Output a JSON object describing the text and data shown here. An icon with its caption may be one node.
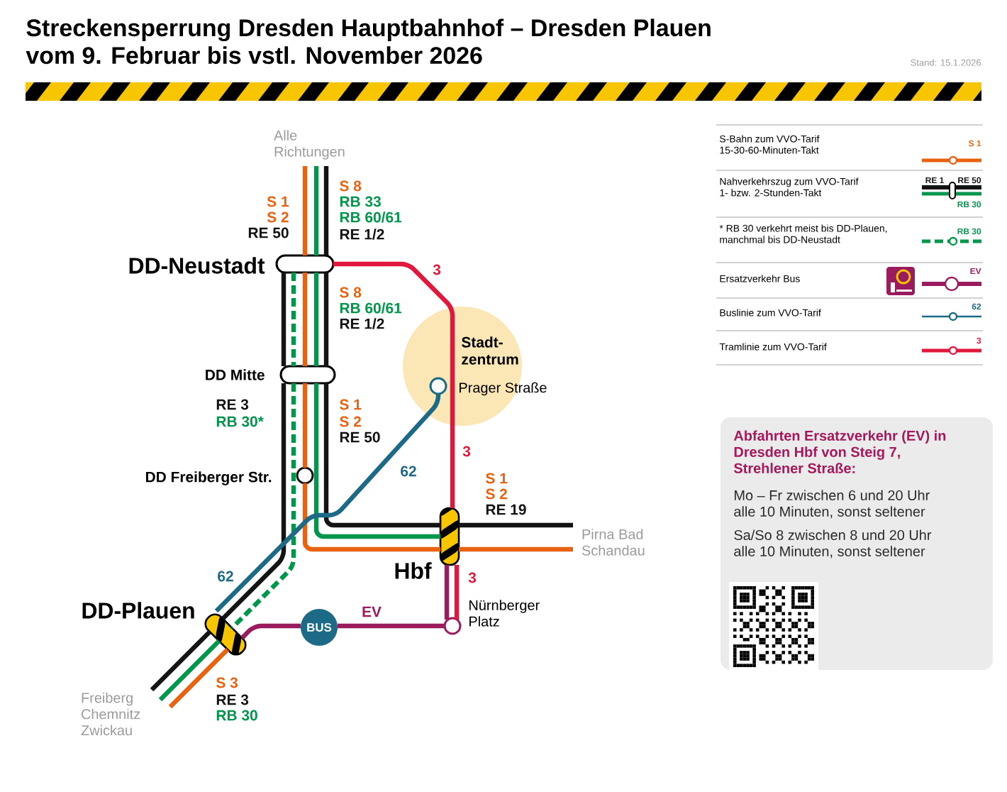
{
  "diagram": {
    "title": "Streckensperrung Dresden Hauptbahnhof – Dresden Plauen vom 9. Februar bis vstl. November 2026",
    "nodes": [
      {
        "text": [
          "Alle Richtungen"
        ]
      },
      {
        "text": [
          "DD-Neustadt"
        ]
      },
      {
        "text": [
          "DD Mitte"
        ]
      },
      {
        "text": [
          "DD Freiberger Str."
        ]
      },
      {
        "text": [
          "Hbf"
        ]
      },
      {
        "text": [
          "DD-Plauen"
        ]
      },
      {
        "text": [
          "Freiberg Chemnitz Zwickau"
        ]
      },
      {
        "text": [
          "Pirna Bad Schandau"
        ]
      },
      {
        "text": [
          "Stadt- zentrum"
        ]
      },
      {
        "text": [
          "Prager Straße"
        ],
        "in": 8
      },
      {
        "text": [
          "Nürnberger Platz"
        ]
      },
      {
        "text": [
          "BUS"
        ]
      },
      {
        "text": [
          "Abfahrten Ersatzverkehr (EV) in Dresden Hbf von Steig 7, Strehlener Straße:",
          "Mo – Fr zwischen 6 und 20 Uhr alle 10 Minuten, sonst seltener",
          "Sa/So 8 zwischen 8 und 20 Uhr alle 10 Minuten, sonst seltener"
        ]
      }
    ],
    "edges": [
      {
        "from": 0,
        "to": 1,
        "arrow": "none",
        "color": "#e8620f"
      },
      {
        "from": 0,
        "to": 1,
        "arrow": "none",
        "color": "#00964b"
      },
      {
        "from": 0,
        "to": 1,
        "arrow": "none"
      },
      {
        "from": 1,
        "to": 2,
        "arrow": "none"
      },
      {
        "from": 1,
        "to": 2,
        "arrow": "none",
        "style": "dashed",
        "color": "#00964b"
      },
      {
        "from": 1,
        "to": 2,
        "arrow": "none",
        "color": "#e8620f"
      },
      {
        "from": 1,
        "to": 2,
        "arrow": "none",
        "color": "#00964b"
      },
      {
        "from": 1,
        "to": 2,
        "arrow": "none"
      },
      {
        "from": 2,
        "to": 5,
        "arrow": "none"
      },
      {
        "from": 2,
        "to": 5,
        "arrow": "none",
        "style": "dashed",
        "color": "#00964b"
      },
      {
        "from": 2,
        "to": 3,
        "arrow": "none",
        "color": "#e8620f"
      },
      {
        "from": 3,
        "to": 4,
        "arrow": "none",
        "color": "#e8620f"
      },
      {
        "from": 2,
        "to": 4,
        "arrow": "none",
        "color": "#00964b"
      },
      {
        "from": 2,
        "to": 4,
        "arrow": "none"
      },
      {
        "from": 4,
        "to": 7,
        "arrow": "none"
      },
      {
        "from": 4,
        "to": 7,
        "arrow": "none",
        "color": "#e8620f"
      },
      {
        "from": 5,
        "to": 6,
        "arrow": "none"
      },
      {
        "from": 5,
        "to": 6,
        "arrow": "none",
        "color": "#00964b"
      },
      {
        "from": 5,
        "to": 6,
        "arrow": "none",
        "color": "#e8620f"
      },
      {
        "from": 1,
        "to": 4,
        "arrow": "none",
        "color": "#e2173d",
        "label": "3"
      },
      {
        "from": 4,
        "to": 10,
        "arrow": "none",
        "color": "#e2173d",
        "label": "3"
      },
      {
        "from": 9,
        "to": 5,
        "arrow": "none",
        "color": "#1d6a86",
        "label": "62"
      },
      {
        "from": 4,
        "to": 10,
        "arrow": "none",
        "color": "#9a1b5e"
      },
      {
        "from": 10,
        "to": 11,
        "arrow": "none",
        "color": "#9a1b5e",
        "label": "EV"
      },
      {
        "from": 11,
        "to": 5,
        "arrow": "none",
        "color": "#9a1b5e"
      }
    ],
    "labels": [
      "Stand: 15.1.2026",
      "S 1",
      "S 2",
      "RE 50",
      "S 8",
      "RB 33",
      "RB 60/61",
      "RE 1/2",
      "S 8",
      "RB 60/61",
      "RE 1/2",
      "RE 3",
      "RB 30*",
      "S 1",
      "S 2",
      "RE 50",
      "3",
      "S 1",
      "S 2",
      "RE 19",
      "62",
      "S 3",
      "RE 3",
      "RB 30",
      "S 1",
      "RE 1",
      "RE 50",
      "RB 30",
      "RB 30",
      "EV",
      "62",
      "3"
    ],
    "legend": [
      {
        "text": "S-Bahn zum VVO-Tarif 15-30-60-Minuten-Takt"
      },
      {
        "text": "Nahverkehrszug zum VVO-Tarif 1- bzw. 2-Stunden-Takt"
      },
      {
        "text": "* RB 30 verkehrt meist bis DD-Plauen, manchmal bis DD-Neustadt"
      },
      {
        "text": "Ersatzverkehr Bus"
      },
      {
        "text": "Buslinie zum VVO-Tarif"
      },
      {
        "text": "Tramlinie zum VVO-Tarif"
      }
    ]
  }
}
